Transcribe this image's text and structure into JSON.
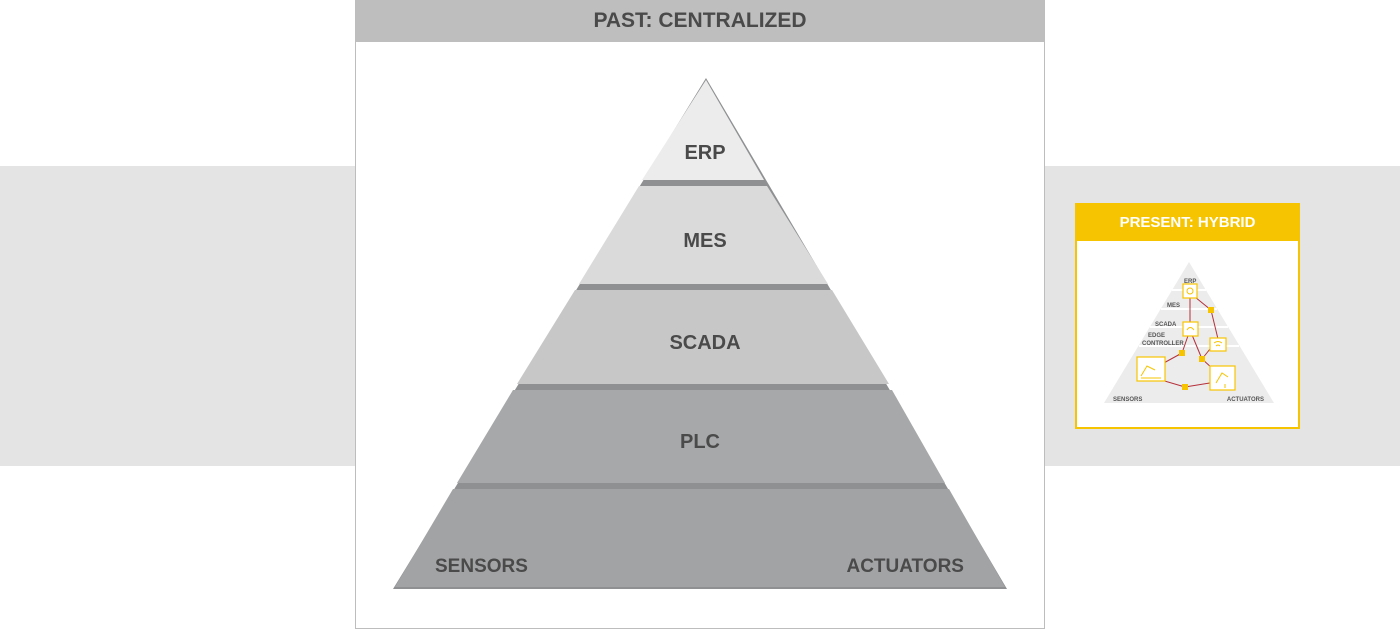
{
  "past": {
    "title": "PAST: CENTRALIZED",
    "layers": [
      "ERP",
      "MES",
      "SCADA",
      "PLC"
    ],
    "base_left": "SENSORS",
    "base_right": "ACTUATORS"
  },
  "present": {
    "title": "PRESENT: HYBRID",
    "labels": {
      "erp": "ERP",
      "mes": "MES",
      "scada": "SCADA",
      "edge1": "EDGE",
      "edge2": "CONTROLLER",
      "sensors": "SENSORS",
      "actuators": "ACTUATORS"
    }
  },
  "colors": {
    "band": "#e4e4e5",
    "header_gray": "#bebebe",
    "accent_yellow": "#f6c400",
    "layer_erp": "#ececec",
    "layer_mes": "#dadadb",
    "layer_scada": "#c7c7c8",
    "layer_plc": "#a7a8aa",
    "layer_base": "#a2a3a5",
    "link_red": "#b5303a"
  }
}
